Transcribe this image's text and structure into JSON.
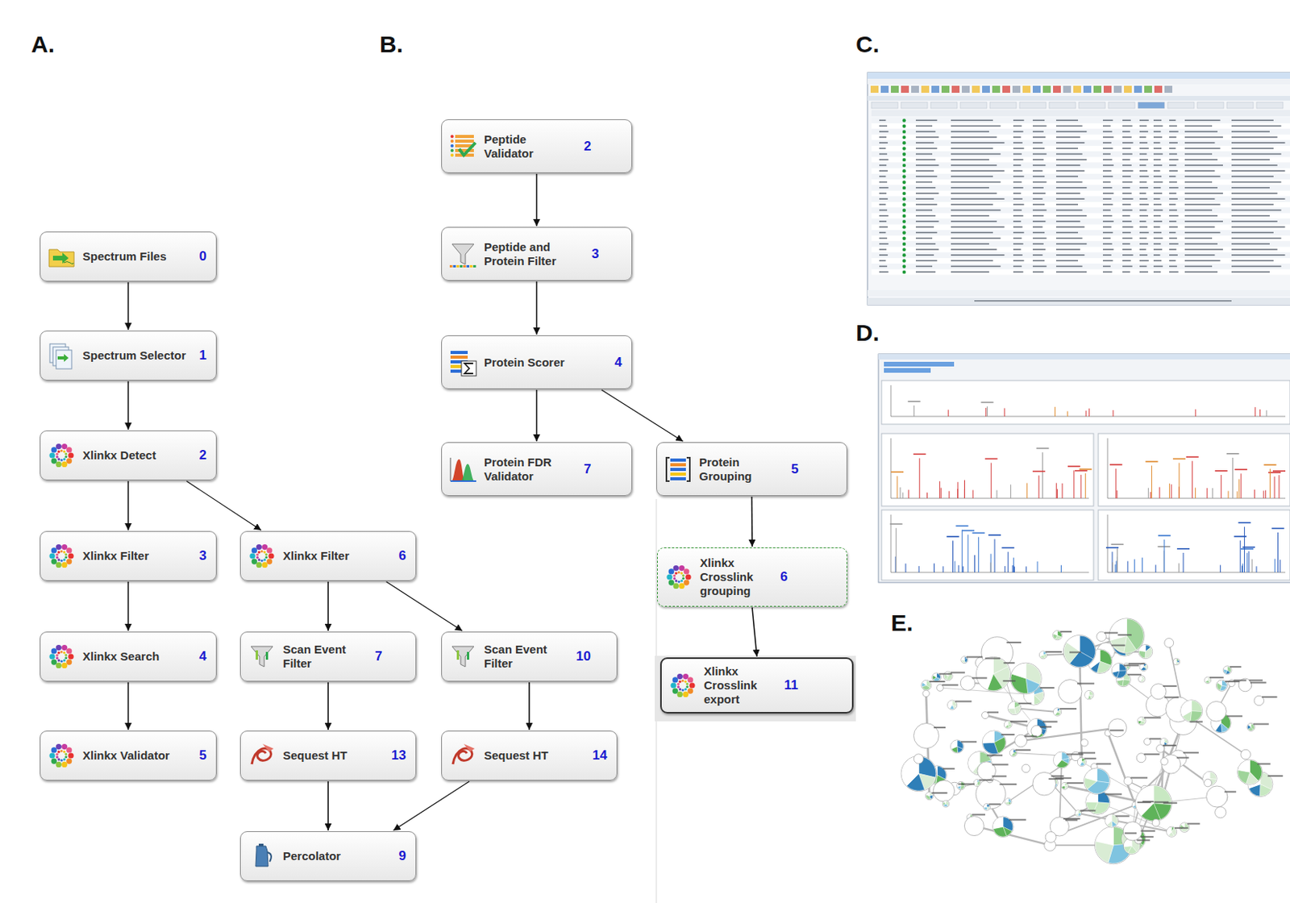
{
  "diagram": {
    "nodes": [
      {
        "text": [
          "Spectrum Files",
          "0"
        ]
      },
      {
        "text": [
          "Spectrum Selector",
          "1"
        ]
      },
      {
        "text": [
          "Xlinkx Detect",
          "2"
        ]
      },
      {
        "text": [
          "Xlinkx Filter",
          "3"
        ]
      },
      {
        "text": [
          "Xlinkx Filter",
          "6"
        ]
      },
      {
        "text": [
          "Xlinkx Search",
          "4"
        ]
      },
      {
        "text": [
          "Scan Event Filter",
          "7"
        ]
      },
      {
        "text": [
          "Scan Event Filter",
          "10"
        ]
      },
      {
        "text": [
          "Xlinkx Validator",
          "5"
        ]
      },
      {
        "text": [
          "Sequest HT",
          "13"
        ]
      },
      {
        "text": [
          "Sequest HT",
          "14"
        ]
      },
      {
        "text": [
          "Percolator",
          "9"
        ]
      },
      {
        "text": [
          "Peptide Validator",
          "2"
        ]
      },
      {
        "text": [
          "Peptide and Protein Filter",
          "3"
        ]
      },
      {
        "text": [
          "Protein Scorer",
          "4"
        ]
      },
      {
        "text": [
          "Protein FDR Validator",
          "7"
        ]
      },
      {
        "text": [
          "Protein Grouping",
          "5"
        ]
      },
      {
        "text": [
          "Xlinkx Crosslink grouping",
          "6"
        ]
      },
      {
        "text": [
          "Xlinkx Crosslink export",
          "11"
        ]
      }
    ],
    "edges": [
      {
        "from": 0,
        "to": 1,
        "arrow": "to"
      },
      {
        "from": 1,
        "to": 2,
        "arrow": "to"
      },
      {
        "from": 2,
        "to": 3,
        "arrow": "to"
      },
      {
        "from": 2,
        "to": 4,
        "arrow": "to"
      },
      {
        "from": 3,
        "to": 5,
        "arrow": "to"
      },
      {
        "from": 5,
        "to": 8,
        "arrow": "to"
      },
      {
        "from": 4,
        "to": 6,
        "arrow": "to"
      },
      {
        "from": 4,
        "to": 7,
        "arrow": "to"
      },
      {
        "from": 6,
        "to": 9,
        "arrow": "to"
      },
      {
        "from": 7,
        "to": 10,
        "arrow": "to"
      },
      {
        "from": 9,
        "to": 11,
        "arrow": "to"
      },
      {
        "from": 10,
        "to": 11,
        "arrow": "to"
      },
      {
        "from": 12,
        "to": 13,
        "arrow": "to"
      },
      {
        "from": 13,
        "to": 14,
        "arrow": "to"
      },
      {
        "from": 14,
        "to": 15,
        "arrow": "to"
      },
      {
        "from": 14,
        "to": 16,
        "arrow": "to"
      },
      {
        "from": 16,
        "to": 17,
        "arrow": "to"
      },
      {
        "from": 17,
        "to": 18,
        "arrow": "to"
      }
    ],
    "labels": [
      "A.",
      "B.",
      "C.",
      "D.",
      "E."
    ]
  }
}
